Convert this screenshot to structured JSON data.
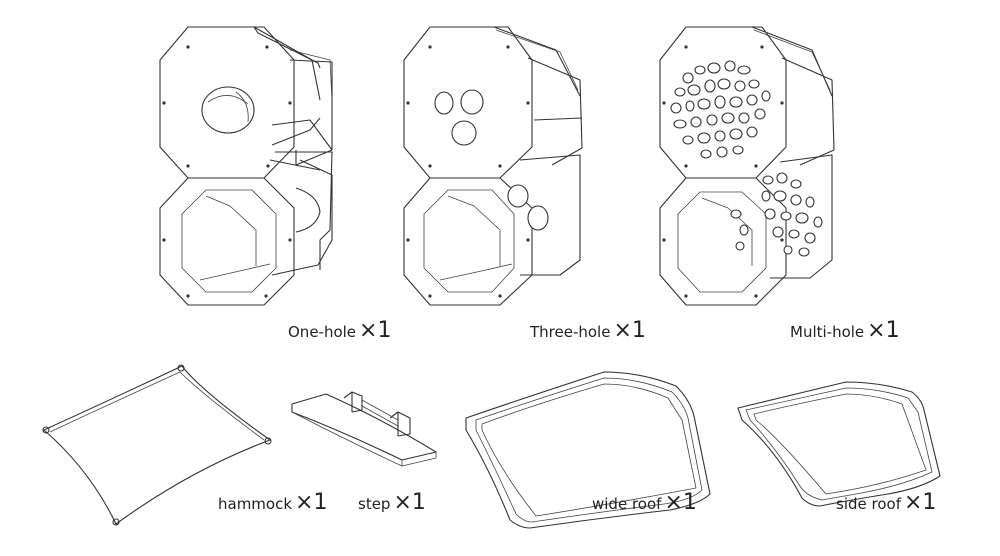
{
  "parts": {
    "one_hole": {
      "label": "One-hole",
      "qty": "×1"
    },
    "three_hole": {
      "label": "Three-hole",
      "qty": "×1"
    },
    "multi_hole": {
      "label": "Multi-hole",
      "qty": "×1"
    },
    "hammock": {
      "label": "hammock",
      "qty": "×1"
    },
    "step": {
      "label": "step",
      "qty": "×1"
    },
    "wide_roof": {
      "label": "wide roof",
      "qty": "×1"
    },
    "side_roof": {
      "label": "side roof",
      "qty": "×1"
    }
  },
  "colors": {
    "line": "#333333",
    "background": "#ffffff"
  }
}
